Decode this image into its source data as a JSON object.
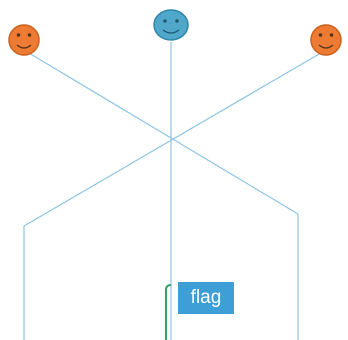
{
  "diagram": {
    "line_color": "#8ec5e4",
    "flag_pole_color": "#2ea36a",
    "faces": [
      {
        "name": "left-face",
        "fill": "#ee7b33",
        "stroke": "#c8611e"
      },
      {
        "name": "center-face",
        "fill": "#4fa7c9",
        "stroke": "#2f86a8"
      },
      {
        "name": "right-face",
        "fill": "#ee7b33",
        "stroke": "#c8611e"
      }
    ],
    "flag": {
      "label": "flag",
      "color": "#3e9ed6"
    }
  }
}
